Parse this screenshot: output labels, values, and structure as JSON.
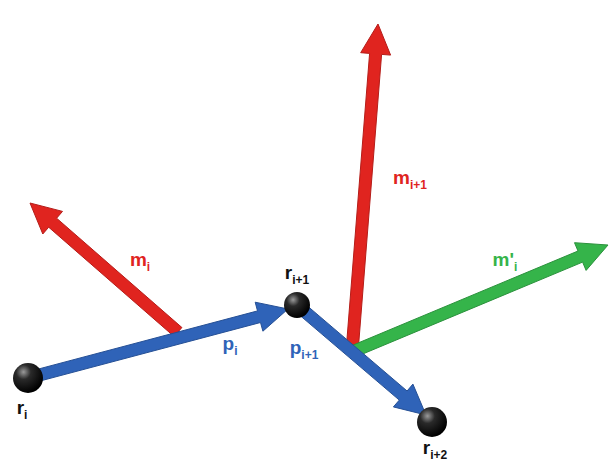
{
  "diagram": {
    "labels": [
      "mi",
      "mi+1",
      "m'i",
      "ri+1",
      "pi",
      "pi+1",
      "ri",
      "ri+2"
    ]
  }
}
